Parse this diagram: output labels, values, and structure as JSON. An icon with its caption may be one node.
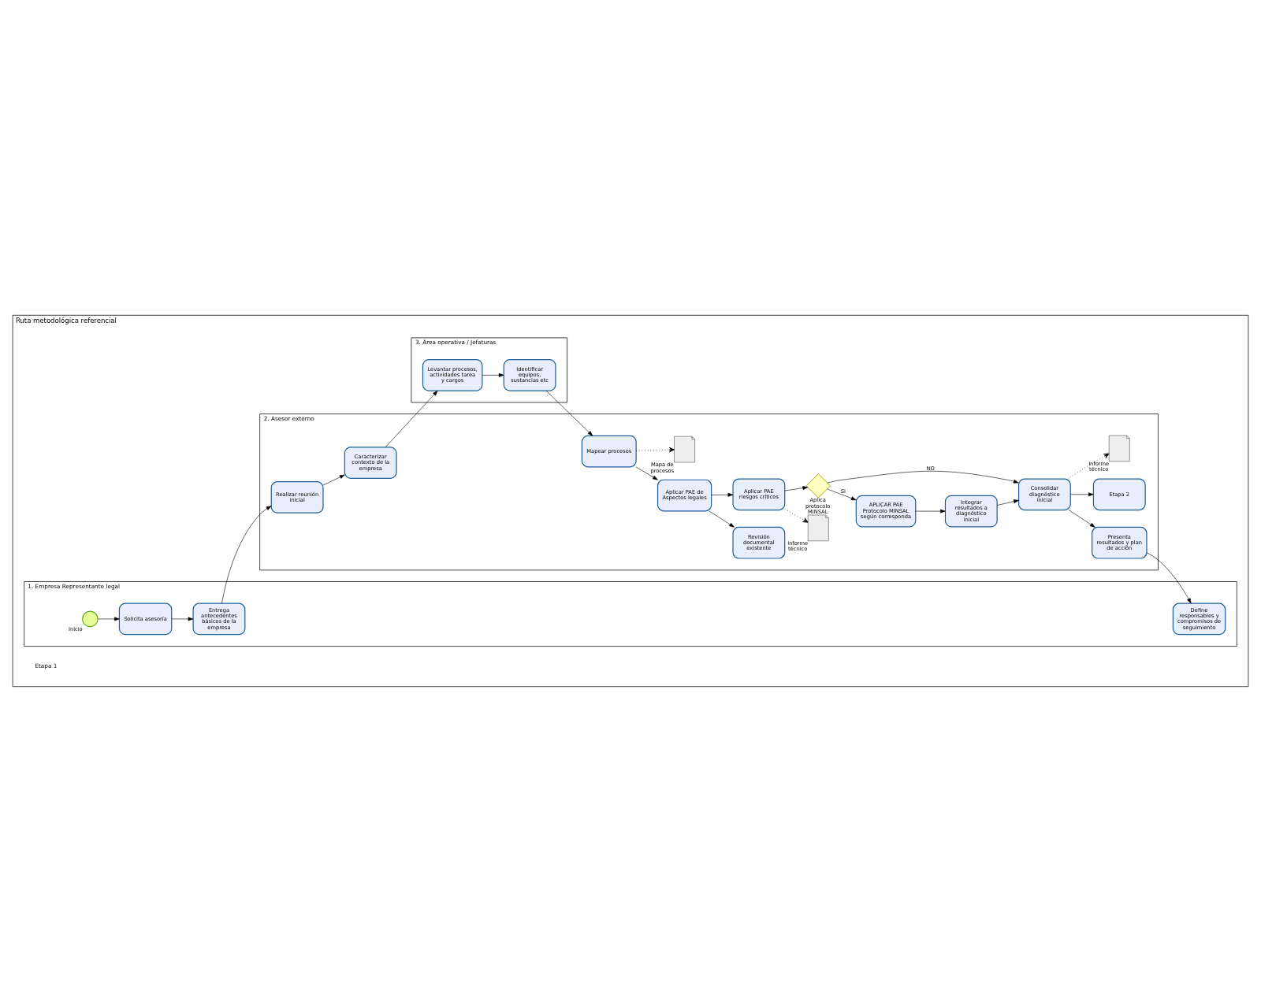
{
  "diagram": {
    "nodes": [
      {
        "text": [
          "Ruta metodológica referencial"
        ]
      },
      {
        "text": [
          "1. Empresa Representante legal"
        ],
        "in": 0
      },
      {
        "text": [
          "2. Asesor externo"
        ],
        "in": 0
      },
      {
        "text": [
          "3. Área operativa / Jefaturas"
        ],
        "in": 0
      },
      {
        "text": [],
        "shape": "circle",
        "beside": [
          "Inicio"
        ],
        "in": 1
      },
      {
        "text": [
          "Solicita asesoría"
        ],
        "in": 1
      },
      {
        "text": [
          "Entrega antecedentes básicos de la empresa"
        ],
        "in": 1
      },
      {
        "text": [
          "Define responsables y compromisos de seguimiento"
        ],
        "in": 1
      },
      {
        "text": [
          "Revisión documental existente"
        ],
        "in": 2
      },
      {
        "text": [],
        "shape": "document",
        "beside": [
          "Informe técnico"
        ],
        "in": 2
      },
      {
        "text": [
          "APLICAR PAE Protocolo MINSAL según corresponda"
        ],
        "in": 2
      },
      {
        "text": [
          "Integrar resultados a diagnóstico inicial"
        ],
        "in": 2
      },
      {
        "text": [
          "Aplicar PAE de Aspectos legales"
        ],
        "in": 2
      },
      {
        "text": [
          "Aplicar PAE riesgos críticos"
        ],
        "in": 2
      },
      {
        "text": [
          "Presenta resultados y plan de acción"
        ],
        "in": 2
      },
      {
        "text": [
          "Realizar reunión inicial"
        ],
        "in": 2
      },
      {
        "text": [
          "Caracterizar contexto de la empresa"
        ],
        "in": 2
      },
      {
        "text": [
          "Mapear procesos"
        ],
        "in": 2
      },
      {
        "text": [],
        "shape": "diamond",
        "beside": [
          "Aplica protocolo MINSAL"
        ],
        "in": 2
      },
      {
        "text": [
          "Consolidar diagnóstico inicial"
        ],
        "in": 2
      },
      {
        "text": [
          "Etapa 2"
        ],
        "in": 2
      },
      {
        "text": [],
        "shape": "document",
        "beside": [
          "Mapa de procesos"
        ],
        "in": 2
      },
      {
        "text": [],
        "shape": "document",
        "beside": [
          "Informe técnico"
        ],
        "in": 2
      },
      {
        "text": [
          "Levantar procesos, actividades tarea y cargos"
        ],
        "in": 3
      },
      {
        "text": [
          "Identificar equipos, sustancias etc"
        ],
        "in": 3
      }
    ],
    "edges": [
      {
        "from": 4,
        "to": 5,
        "arrow": "to"
      },
      {
        "from": 5,
        "to": 6,
        "arrow": "to"
      },
      {
        "from": 6,
        "to": 15,
        "arrow": "to"
      },
      {
        "from": 15,
        "to": 16,
        "arrow": "to"
      },
      {
        "from": 16,
        "to": 23,
        "arrow": "to"
      },
      {
        "from": 23,
        "to": 24,
        "arrow": "to"
      },
      {
        "from": 24,
        "to": 17,
        "arrow": "to"
      },
      {
        "from": 17,
        "to": 12,
        "arrow": "to"
      },
      {
        "from": 12,
        "to": 8,
        "arrow": "to"
      },
      {
        "from": 12,
        "to": 13,
        "arrow": "to"
      },
      {
        "from": 13,
        "to": 9,
        "arrow": "to",
        "style": "dashed"
      },
      {
        "from": 17,
        "to": 21,
        "arrow": "to",
        "style": "dashed"
      },
      {
        "from": 13,
        "to": 18,
        "arrow": "to"
      },
      {
        "from": 18,
        "to": 10,
        "arrow": "to",
        "label": "SI"
      },
      {
        "from": 18,
        "to": 19,
        "arrow": "to",
        "label": "NO"
      },
      {
        "from": 10,
        "to": 11,
        "arrow": "to"
      },
      {
        "from": 11,
        "to": 19,
        "arrow": "to"
      },
      {
        "from": 19,
        "to": 22,
        "arrow": "to",
        "style": "dashed"
      },
      {
        "from": 19,
        "to": 20,
        "arrow": "to"
      },
      {
        "from": 19,
        "to": 14,
        "arrow": "to"
      },
      {
        "from": 14,
        "to": 7,
        "arrow": "to"
      }
    ],
    "labels": [
      "Etapa 1"
    ]
  }
}
